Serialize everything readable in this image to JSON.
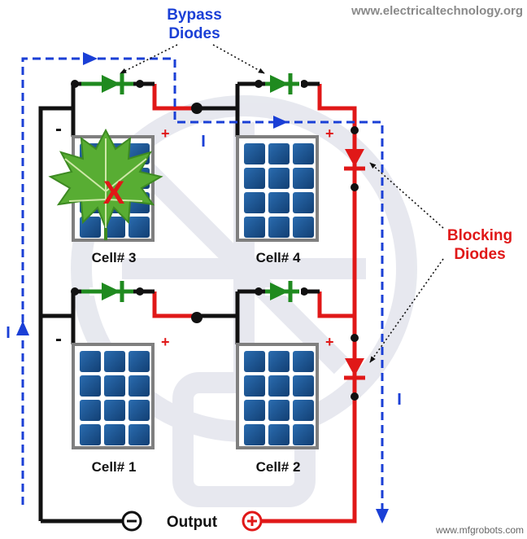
{
  "watermark_top": "www.electricaltechnology.org",
  "watermark_bottom": "www.mfgrobots.com",
  "labels": {
    "bypass_line1": "Bypass",
    "bypass_line2": "Diodes",
    "blocking_line1": "Blocking",
    "blocking_line2": "Diodes",
    "current_symbol": "I",
    "output": "Output",
    "minus": "-",
    "plus": "+",
    "shade_mark": "X"
  },
  "cells": [
    {
      "name": "Cell# 3",
      "shaded": true
    },
    {
      "name": "Cell# 4",
      "shaded": false
    },
    {
      "name": "Cell# 1",
      "shaded": false
    },
    {
      "name": "Cell# 2",
      "shaded": false
    }
  ],
  "colors": {
    "negative_wire": "#111111",
    "positive_wire": "#e01818",
    "bypass_diode": "#1f8a1f",
    "blocking_diode": "#e01818",
    "current_path": "#1a3fd6",
    "panel_cell": "#1a4f8c",
    "panel_frame": "#7f7f7f",
    "leaf": "#4fa72e",
    "watermark_logo": "#c8ccd8"
  },
  "icons": [
    "leaf-icon",
    "solar-panel-icon",
    "diode-icon",
    "arrow-icon",
    "terminal-icon"
  ]
}
